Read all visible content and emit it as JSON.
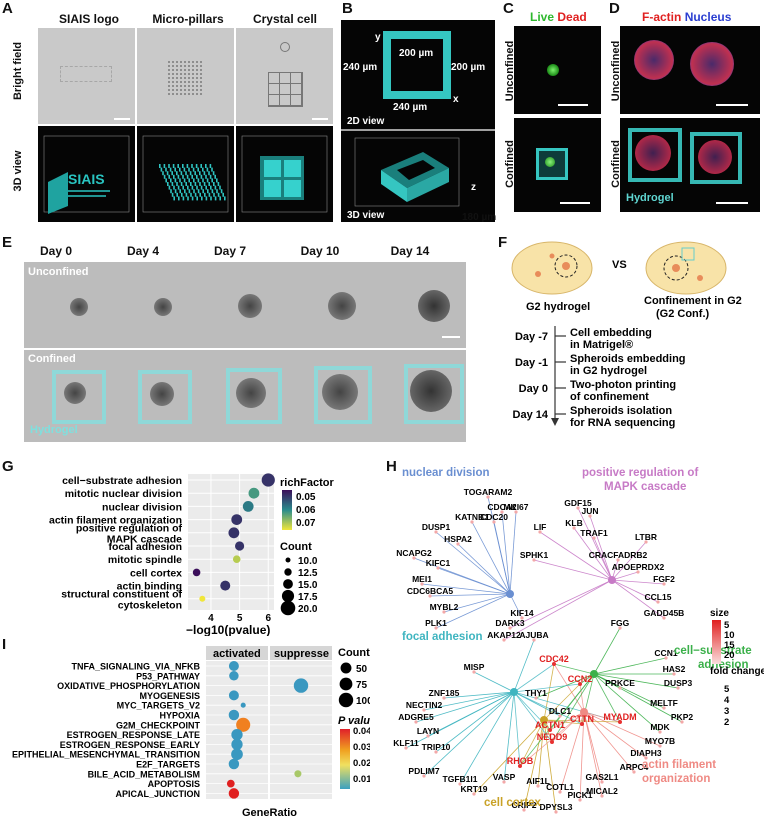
{
  "panels": {
    "A": "A",
    "B": "B",
    "C": "C",
    "D": "D",
    "E": "E",
    "F": "F",
    "G": "G",
    "H": "H",
    "I": "I"
  },
  "a": {
    "cols": [
      "SIAIS logo",
      "Micro-pillars",
      "Crystal cell"
    ],
    "rows": [
      "Bright field",
      "3D view"
    ],
    "logo_text": "SIAIS"
  },
  "b": {
    "y": "y",
    "x": "x",
    "z": "z",
    "w_top": "200 µm",
    "h_left": "240 µm",
    "h_right": "200 µm",
    "w_bottom": "240 µm",
    "view2d": "2D view",
    "view3d": "3D view",
    "depth": "180 µm"
  },
  "c": {
    "live": "Live",
    "dead": "Dead",
    "rows": [
      "Unconfined",
      "Confined"
    ]
  },
  "d": {
    "factin": "F-actin",
    "nucleus": "Nucleus",
    "rows": [
      "Unconfined",
      "Confined"
    ],
    "hydrogel": "Hydrogel"
  },
  "e": {
    "days": [
      "Day 0",
      "Day 4",
      "Day 7",
      "Day 10",
      "Day 14"
    ],
    "rows": [
      "Unconfined",
      "Confined"
    ],
    "hydrogel": "Hydrogel"
  },
  "f": {
    "left": "G2 hydrogel",
    "vs": "VS",
    "right_line1": "Confinement in G2",
    "right_line2": "(G2 Conf.)",
    "timeline": [
      {
        "day": "Day -7",
        "l1": "Cell embedding",
        "l2": "in Matrigel®"
      },
      {
        "day": "Day -1",
        "l1": "Spheroids embedding",
        "l2": "in G2 hydrogel"
      },
      {
        "day": "Day 0",
        "l1": "Two-photon printing",
        "l2": "of confinement"
      },
      {
        "day": "Day 14",
        "l1": "Spheroids isolation",
        "l2": "for RNA sequencing"
      }
    ]
  },
  "chart_data": [
    {
      "type": "scatter",
      "panel": "G",
      "title": "",
      "xlabel": "−log10(pvalue)",
      "ylabel": "",
      "xlim": [
        3.2,
        6.2
      ],
      "xticks": [
        "4",
        "5",
        "6"
      ],
      "categories": [
        "cell−substrate adhesion",
        "mitotic nuclear division",
        "nuclear division",
        "actin filament organization",
        "positive regulation of MAPK cascade",
        "focal adhesion",
        "mitotic spindle",
        "cell cortex",
        "actin binding",
        "structural constituent of cytoskeleton"
      ],
      "row_labels": [
        [
          "cell−substrate adhesion"
        ],
        [
          "mitotic nuclear division"
        ],
        [
          "nuclear division"
        ],
        [
          "actin filament organization"
        ],
        [
          "positive regulation of",
          "MAPK cascade"
        ],
        [
          "focal adhesion"
        ],
        [
          "mitotic spindle"
        ],
        [
          "cell cortex"
        ],
        [
          "actin binding"
        ],
        [
          "structural constituent of",
          "cytoskeleton"
        ]
      ],
      "x": [
        6.0,
        5.5,
        5.3,
        4.9,
        4.8,
        5.0,
        4.9,
        3.5,
        4.5,
        3.7
      ],
      "count": [
        19,
        16,
        16,
        16,
        16,
        14,
        12,
        12,
        15,
        10
      ],
      "richFactor": [
        0.045,
        0.06,
        0.055,
        0.045,
        0.045,
        0.045,
        0.07,
        0.04,
        0.045,
        0.075
      ],
      "color_legend": {
        "title": "richFactor",
        "ticks": [
          "0.05",
          "0.06",
          "0.07"
        ]
      },
      "size_legend": {
        "title": "Count",
        "values": [
          "10.0",
          "12.5",
          "15.0",
          "17.5",
          "20.0"
        ]
      }
    },
    {
      "type": "scatter",
      "panel": "I",
      "xlabel": "GeneRatio",
      "facets": [
        "activated",
        "suppresse"
      ],
      "categories": [
        "TNFA_SIGNALING_VIA_NFKB",
        "P53_PATHWAY",
        "OXIDATIVE_PHOSPHORYLATION",
        "MYOGENESIS",
        "MYC_TARGETS_V2",
        "HYPOXIA",
        "G2M_CHECKPOINT",
        "ESTROGEN_RESPONSE_LATE",
        "ESTROGEN_RESPONSE_EARLY",
        "EPITHELIAL_MESENCHYMAL_TRANSITION",
        "E2F_TARGETS",
        "BILE_ACID_METABOLISM",
        "APOPTOSIS",
        "APICAL_JUNCTION"
      ],
      "activated": [
        {
          "row": 0,
          "ratio": 0.45,
          "count": 40,
          "p": 0.008
        },
        {
          "row": 1,
          "ratio": 0.45,
          "count": 35,
          "p": 0.008
        },
        {
          "row": 3,
          "ratio": 0.45,
          "count": 40,
          "p": 0.008
        },
        {
          "row": 4,
          "ratio": 0.6,
          "count": 5,
          "p": 0.008
        },
        {
          "row": 5,
          "ratio": 0.45,
          "count": 45,
          "p": 0.008
        },
        {
          "row": 6,
          "ratio": 0.6,
          "count": 95,
          "p": 0.03
        },
        {
          "row": 7,
          "ratio": 0.5,
          "count": 55,
          "p": 0.008
        },
        {
          "row": 8,
          "ratio": 0.5,
          "count": 55,
          "p": 0.008
        },
        {
          "row": 9,
          "ratio": 0.5,
          "count": 60,
          "p": 0.008
        },
        {
          "row": 10,
          "ratio": 0.45,
          "count": 45,
          "p": 0.008
        },
        {
          "row": 12,
          "ratio": 0.4,
          "count": 20,
          "p": 0.035
        },
        {
          "row": 13,
          "ratio": 0.45,
          "count": 45,
          "p": 0.04
        }
      ],
      "suppressed": [
        {
          "row": 2,
          "ratio": 0.5,
          "count": 100,
          "p": 0.012
        },
        {
          "row": 11,
          "ratio": 0.45,
          "count": 15,
          "p": 0.025
        }
      ],
      "size_legend": {
        "title": "Count",
        "values": [
          "50",
          "75",
          "100"
        ]
      },
      "color_legend": {
        "title": "P value",
        "ticks": [
          "0.04",
          "0.03",
          "0.02",
          "0.01"
        ]
      }
    }
  ],
  "h": {
    "categories": [
      {
        "name": "nuclear division",
        "color": "#6a8fd1"
      },
      {
        "name": "positive regulation of",
        "name2": "MAPK cascade",
        "color": "#c77ac6"
      },
      {
        "name": "focal adhesion",
        "color": "#3fb5c0"
      },
      {
        "name": "cell−substrate",
        "name2": "adhesion",
        "color": "#3bb04a"
      },
      {
        "name": "cell cortex",
        "color": "#c9a227"
      },
      {
        "name": "actin filament",
        "name2": "organization",
        "color": "#ef8a84"
      }
    ],
    "legend_size_title": "size",
    "legend_sizes": [
      "5",
      "10",
      "15",
      "20"
    ],
    "legend_fc_title": "fold change",
    "legend_fc": [
      "5",
      "4",
      "3",
      "2"
    ],
    "genes": [
      "TOGARAM2",
      "CDCA2",
      "MKI67",
      "KATNB1",
      "CDC20",
      "DUSP1",
      "HSPA2",
      "LIF",
      "NCAPG2",
      "KIFC1",
      "SPHK1",
      "MEI1",
      "CDC6BCA5",
      "MYBL2",
      "PLK1",
      "KIF14",
      "DARK3",
      "AKAP12",
      "AJUBA",
      "GDF15",
      "JUN",
      "KLB",
      "TRAF1",
      "LTBR",
      "CRACFADRB2",
      "APOEPRDX2",
      "FGF2",
      "CCL15",
      "GADD45B",
      "FGG",
      "CCN1",
      "HAS2",
      "DUSP3",
      "MELTF",
      "PKP2",
      "MDK",
      "MISP",
      "ZNF185",
      "NECTIN2",
      "ADGRE5",
      "LAYN",
      "KLF11",
      "TRIP10",
      "PDLIM7",
      "TGFB1I1",
      "KRT19",
      "CRIP2",
      "THY1",
      "PRKCE",
      "DLC1",
      "VASP",
      "AIF1L",
      "COTL1",
      "PICK1",
      "DPYSL3",
      "GAS2L1",
      "MICAL2",
      "ARPC4",
      "DIAPH3",
      "MYO7B"
    ],
    "red_genes": [
      "CDC42",
      "CCN2",
      "CTTN",
      "MYADM",
      "ACTN1",
      "NEDD9",
      "RHOB"
    ]
  }
}
